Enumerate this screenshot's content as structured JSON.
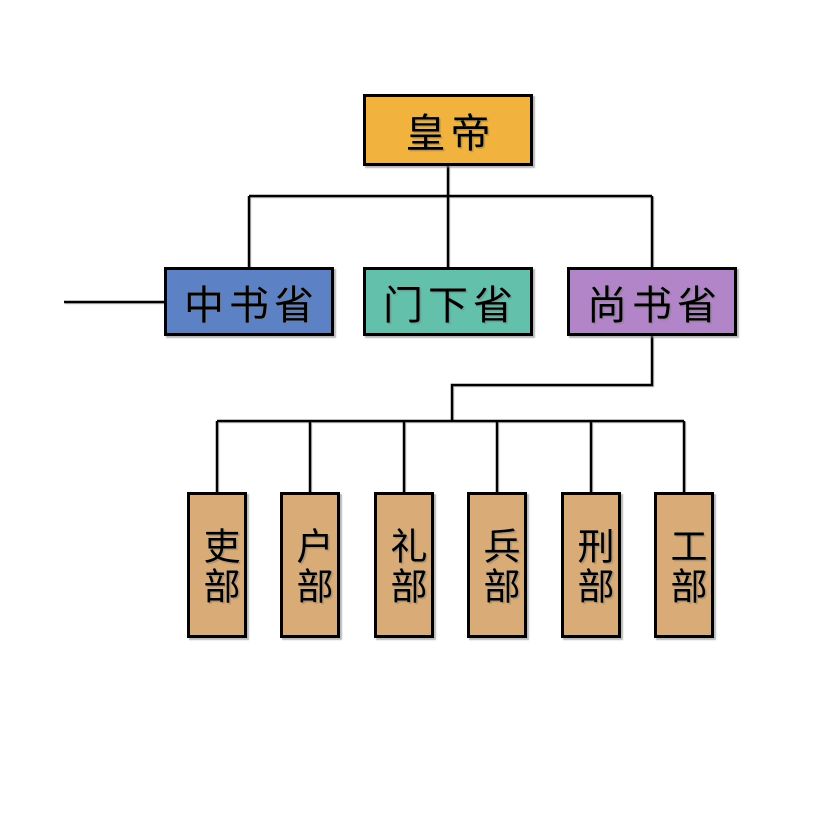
{
  "chart": {
    "type": "org-chart",
    "root": {
      "label": "皇帝",
      "color": "#F2B33E"
    },
    "departments": [
      {
        "label": "中书省",
        "color": "#5C81C5"
      },
      {
        "label": "门下省",
        "color": "#62C0AB"
      },
      {
        "label": "尚书省",
        "color": "#B185C7"
      }
    ],
    "ministries": [
      {
        "label": "吏部"
      },
      {
        "label": "户部"
      },
      {
        "label": "礼部"
      },
      {
        "label": "兵部"
      },
      {
        "label": "刑部"
      },
      {
        "label": "工部"
      }
    ],
    "ministry_color": "#D9AC77",
    "line_color": "#000000",
    "border_color": "#000000",
    "background_color": "#FFFFFF"
  }
}
